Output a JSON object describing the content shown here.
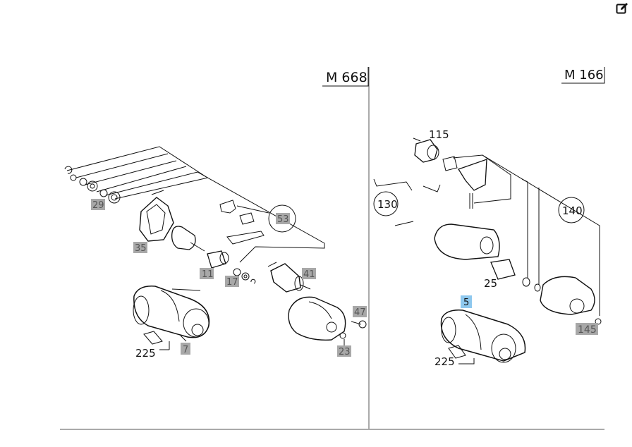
{
  "toolbar": {
    "edit_icon": "edit-icon"
  },
  "panels": {
    "left": {
      "title": "M 668",
      "callouts": {
        "p29": "29",
        "p35": "35",
        "p53": "53",
        "p11": "11",
        "p17": "17",
        "p41": "41",
        "p47": "47",
        "p23": "23",
        "p7": "7",
        "p225": "225"
      }
    },
    "right": {
      "title": "M 166",
      "callouts": {
        "p115": "115",
        "p130": "130",
        "p140": "140",
        "p25": "25",
        "p5": "5",
        "p145": "145",
        "p225": "225"
      }
    }
  },
  "colors": {
    "ink": "#111111",
    "label_grey": "#a8a8a8",
    "label_blue": "#8ec8ee",
    "divider": "#555555"
  }
}
